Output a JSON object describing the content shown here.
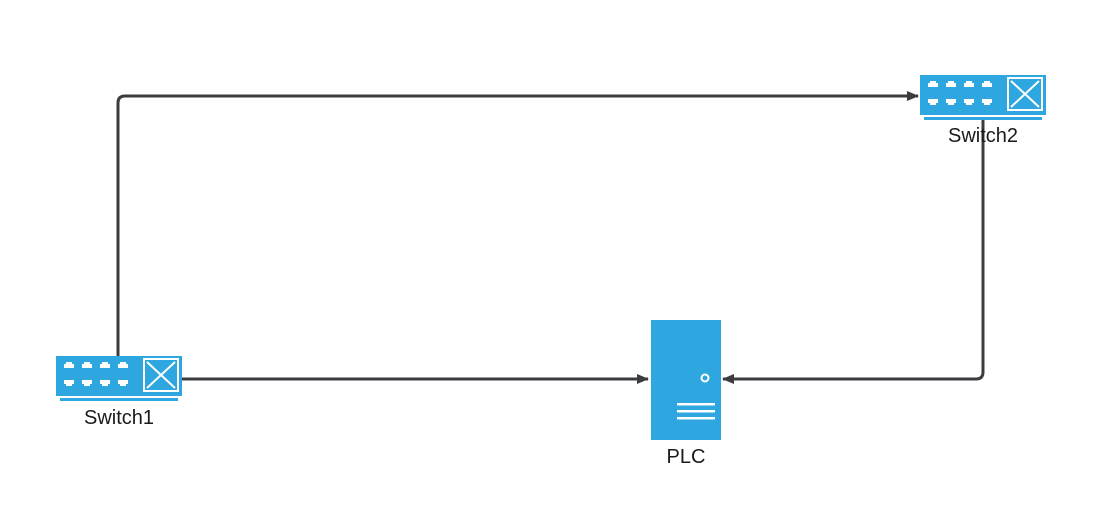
{
  "diagram": {
    "nodes": [
      {
        "id": "switch1",
        "label": "Switch1",
        "kind": "network-switch"
      },
      {
        "id": "switch2",
        "label": "Switch2",
        "kind": "network-switch"
      },
      {
        "id": "plc",
        "label": "PLC",
        "kind": "server"
      }
    ],
    "edges": [
      {
        "from": "switch1",
        "to": "switch2"
      },
      {
        "from": "switch1",
        "to": "plc"
      },
      {
        "from": "switch2",
        "to": "plc"
      }
    ],
    "colors": {
      "device_fill": "#2ea6df",
      "edge": "#3a3c40",
      "label": "#1a1a1a"
    }
  }
}
